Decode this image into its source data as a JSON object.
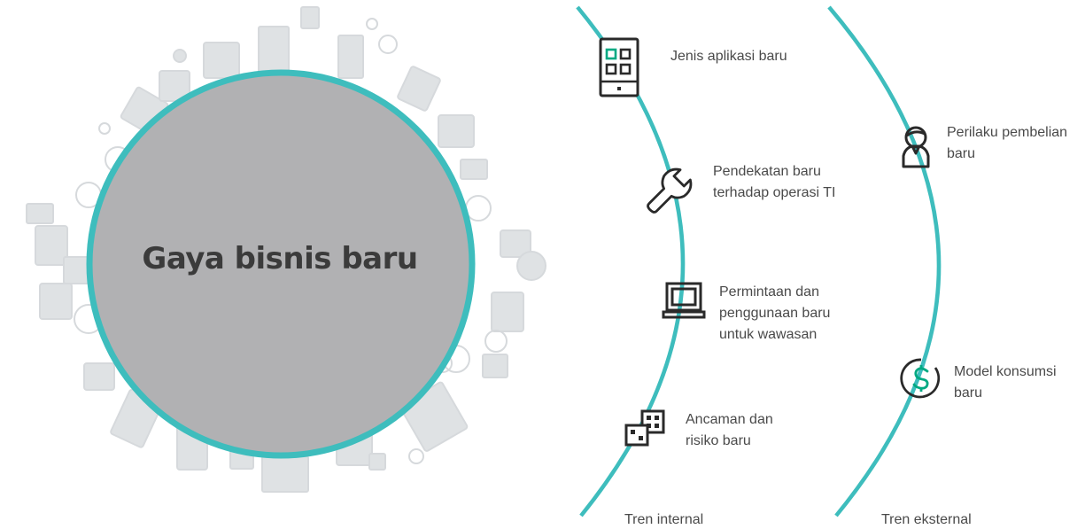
{
  "center": {
    "title": "Gaya bisnis baru"
  },
  "internal": {
    "title": "Tren internal",
    "items": [
      {
        "icon": "app-grid-icon",
        "lines": [
          "Jenis aplikasi baru"
        ]
      },
      {
        "icon": "wrench-icon",
        "lines": [
          "Pendekatan baru",
          "terhadap operasi TI"
        ]
      },
      {
        "icon": "laptop-icon",
        "lines": [
          "Permintaan dan",
          "penggunaan baru",
          "untuk wawasan"
        ]
      },
      {
        "icon": "risk-blocks-icon",
        "lines": [
          "Ancaman dan",
          "risiko baru"
        ]
      }
    ]
  },
  "external": {
    "title": "Tren eksternal",
    "items": [
      {
        "icon": "person-icon",
        "lines": [
          "Perilaku pembelian",
          "baru"
        ]
      },
      {
        "icon": "dollar-circle-icon",
        "lines": [
          "Model konsumsi",
          "baru"
        ]
      }
    ]
  },
  "colors": {
    "teal": "#3ebdbd",
    "accent_green": "#01a982",
    "circle_fill": "#b1b1b3",
    "icon_dark": "#2a2a2a",
    "background_icons": "#d6d9dc"
  }
}
